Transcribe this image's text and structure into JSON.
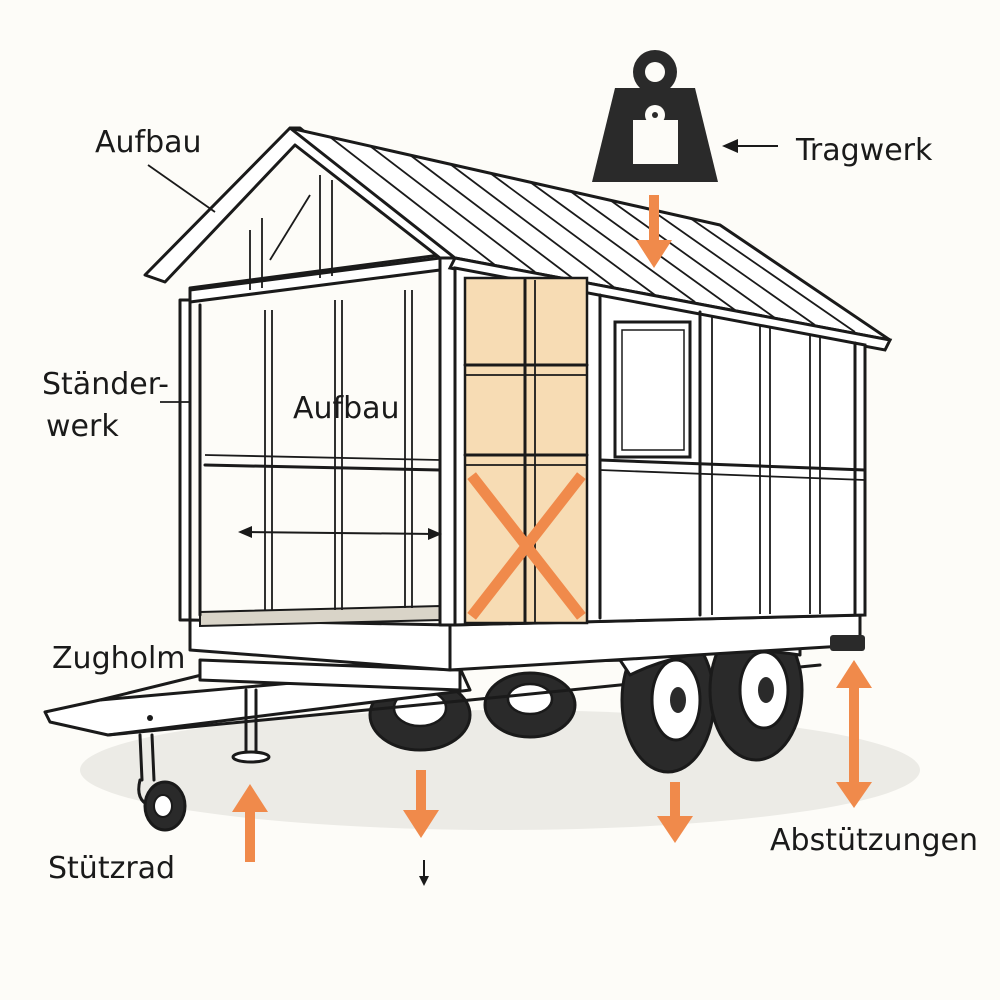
{
  "labels": {
    "aufbau_top": "Aufbau",
    "aufbau_mid": "Aufbau",
    "staenderwerk_1": "Ständer-",
    "staenderwerk_2": "werk",
    "tragwerk": "Tragwerk",
    "zugholm": "Zugholm",
    "stuetzrad": "Stützrad",
    "abstuetzungen": "Abstützungen"
  },
  "colors": {
    "line": "#1a1a1a",
    "accent_orange": "#f08a4b",
    "wood_panel": "#f7dcb4",
    "weight": "#2a2a2a"
  },
  "icons": [
    "weight-icon"
  ]
}
